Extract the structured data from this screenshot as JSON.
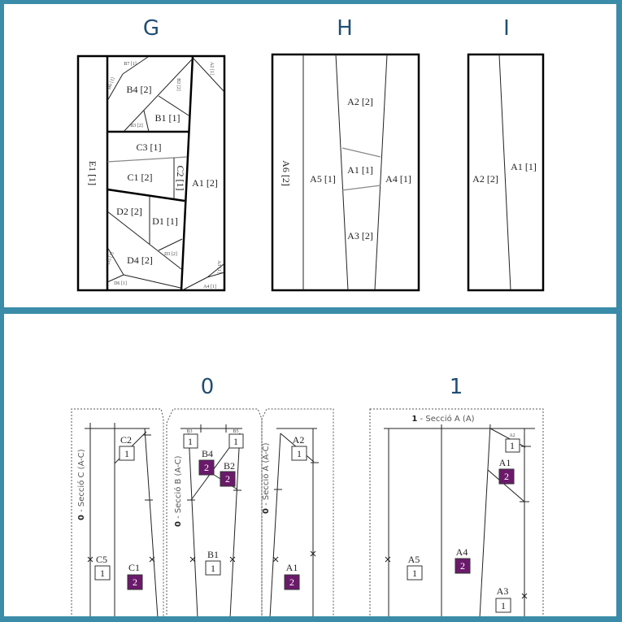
{
  "top": {
    "G": {
      "title": "G",
      "labels": [
        "B7 [1]",
        "B6 [1]",
        "B4 [2]",
        "B2 [2]",
        "B1 [1]",
        "B3 [2]",
        "C3 [1]",
        "C1 [2]",
        "C2 [1]",
        "A1 [2]",
        "E1 [1]",
        "D2 [2]",
        "D1 [1]",
        "D3 [2]",
        "D4 [2]",
        "D5 [1]",
        "D6 [1]",
        "A2 [1]",
        "A3 [1]",
        "A4 [1]"
      ]
    },
    "H": {
      "title": "H",
      "labels": [
        "A6 [2]",
        "A2 [2]",
        "A5 [1]",
        "A1 [1]",
        "A4 [1]",
        "A3 [2]"
      ]
    },
    "I": {
      "title": "I",
      "labels": [
        "A2 [2]",
        "A1 [1]"
      ]
    }
  },
  "bottom": {
    "s0": {
      "title": "0",
      "C": {
        "num": "0",
        "caption": " - Secció C (A-C)",
        "pieces": [
          {
            "name": "C2",
            "order": "1"
          },
          {
            "name": "C5",
            "order": "1"
          },
          {
            "name": "C1",
            "order": "2"
          }
        ]
      },
      "B": {
        "num": "0",
        "caption": " - Secció B (A-C)",
        "pieces": [
          {
            "name": "B3",
            "order": "1"
          },
          {
            "name": "B5",
            "order": "1"
          },
          {
            "name": "B4",
            "order": "2"
          },
          {
            "name": "B2",
            "order": "2"
          },
          {
            "name": "B1",
            "order": "1"
          }
        ]
      },
      "A": {
        "num": "0",
        "caption": " - Secció A (A-C)",
        "pieces": [
          {
            "name": "A2",
            "order": "1"
          },
          {
            "name": "A1",
            "order": "2"
          }
        ]
      }
    },
    "s1": {
      "title": "1",
      "A": {
        "num": "1",
        "caption": " - Secció A (A)",
        "pieces": [
          {
            "name": "A2",
            "order": "1"
          },
          {
            "name": "A1",
            "order": "2"
          },
          {
            "name": "A5",
            "order": "1"
          },
          {
            "name": "A4",
            "order": "2"
          },
          {
            "name": "A3",
            "order": "1"
          }
        ]
      }
    }
  },
  "colors": {
    "frame": "#3a8ca8",
    "title": "#1f4e73",
    "second_piece": "#6b1a6b"
  }
}
